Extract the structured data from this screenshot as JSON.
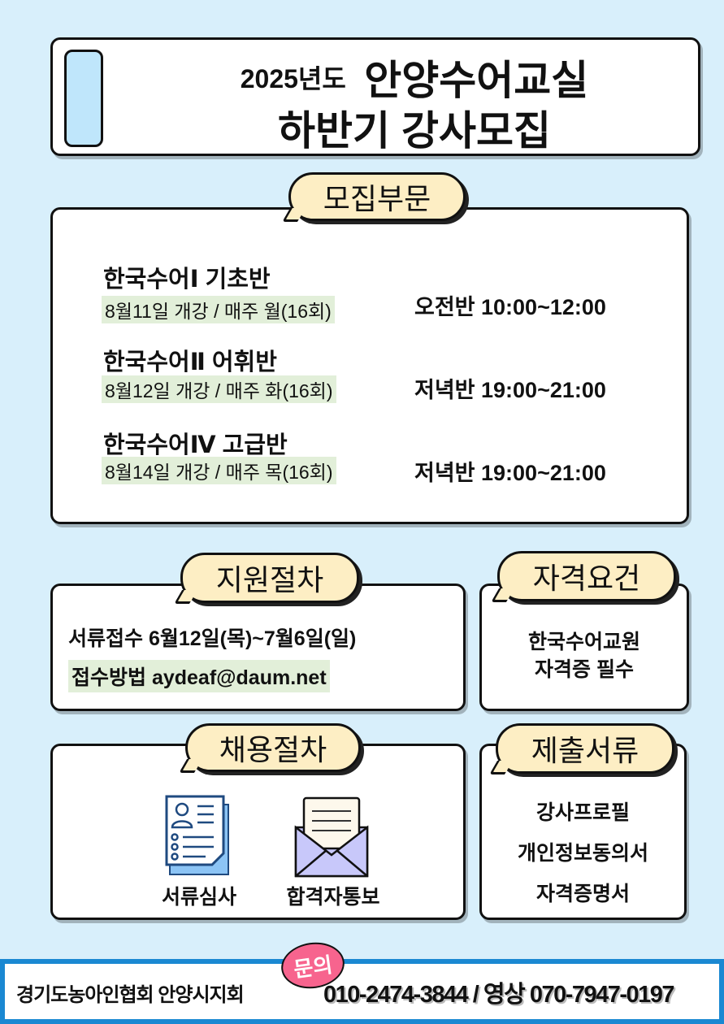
{
  "header": {
    "year": "2025년도",
    "title_main": "안양수어교실",
    "title_sub": "하반기 강사모집"
  },
  "recruit": {
    "tag": "모집부문",
    "courses": [
      {
        "title": "한국수어Ⅰ 기초반",
        "schedule": "8월11일 개강 / 매주 월(16회)",
        "time": "오전반 10:00~12:00"
      },
      {
        "title": "한국수어Ⅱ 어휘반",
        "schedule": "8월12일 개강 / 매주 화(16회)",
        "time": "저녁반 19:00~21:00"
      },
      {
        "title": "한국수어Ⅳ 고급반",
        "schedule": "8월14일 개강 / 매주 목(16회)",
        "time": "저녁반 19:00~21:00"
      }
    ]
  },
  "apply": {
    "tag": "지원절차",
    "period": "서류접수 6월12일(목)~7월6일(일)",
    "method": "접수방법 aydeaf@daum.net"
  },
  "qualification": {
    "tag": "자격요건",
    "line1": "한국수어교원",
    "line2": "자격증 필수"
  },
  "hiring": {
    "tag": "채용절차",
    "steps": [
      {
        "label": "서류심사",
        "icon": "document-review-icon"
      },
      {
        "label": "합격자통보",
        "icon": "envelope-icon"
      }
    ]
  },
  "documents": {
    "tag": "제출서류",
    "items": [
      "강사프로필",
      "개인정보동의서",
      "자격증명서"
    ]
  },
  "footer": {
    "org": "경기도농아인협회 안양시지회",
    "badge": "문의",
    "contact": "010-2474-3844 / 영상 070-7947-0197"
  },
  "colors": {
    "background": "#d8effb",
    "tag": "#fdeec4",
    "highlight": "#e2efd9",
    "footer_border": "#1a88d2",
    "badge": "#f7648e"
  }
}
